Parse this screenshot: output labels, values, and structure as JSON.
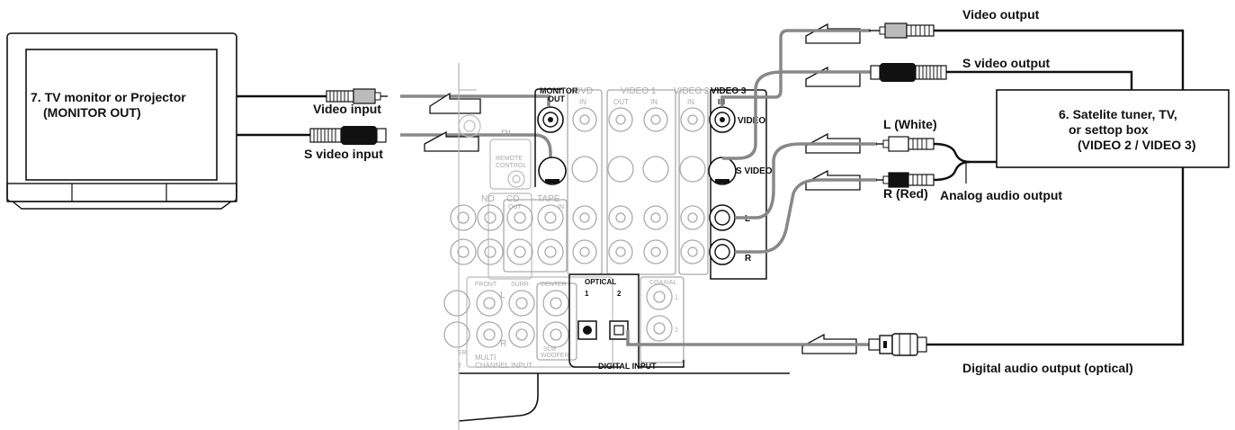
{
  "tv": {
    "line1": "7. TV monitor or Projector",
    "line2": "(MONITOR OUT)"
  },
  "source": {
    "line1": "6. Satelite tuner, TV,",
    "line2": "or settop box",
    "line3": "(VIDEO 2 / VIDEO 3)"
  },
  "labels": {
    "video_input": "Video input",
    "s_video_input": "S video input",
    "video_output": "Video output",
    "s_video_output": "S video output",
    "l_white": "L (White)",
    "r_red": "R (Red)",
    "analog_audio_output": "Analog audio output",
    "digital_audio_output": "Digital audio output (optical)"
  },
  "panel": {
    "monitor_out": "MONITOR",
    "monitor_out2": "OUT",
    "dvd": "DVD",
    "video1": "VIDEO 1",
    "video2": "VIDEO 2",
    "video3": "VIDEO 3",
    "in": "IN",
    "out": "OUT",
    "row_video": "VIDEO",
    "row_svideo": "S VIDEO",
    "row_l": "L",
    "row_r": "R",
    "optical": "OPTICAL",
    "opt1": "1",
    "opt2": "2",
    "coaxial": "COAXIAL",
    "coax1": "1",
    "coax2": "2",
    "digital_input": "DIGITAL INPUT",
    "ri": "RI",
    "remote": "REMOTE",
    "control": "CONTROL",
    "cd": "CD",
    "tape": "TAPE",
    "no": "NO",
    "front": "FRONT",
    "surr": "SURR",
    "center": "CENTER",
    "sub": "SUB",
    "woofer": "WOOFER",
    "multi": "MULTI",
    "channel_input": "CHANNEL INPUT",
    "l": "L",
    "r": "R",
    "er": "ER",
    "t": "T"
  }
}
